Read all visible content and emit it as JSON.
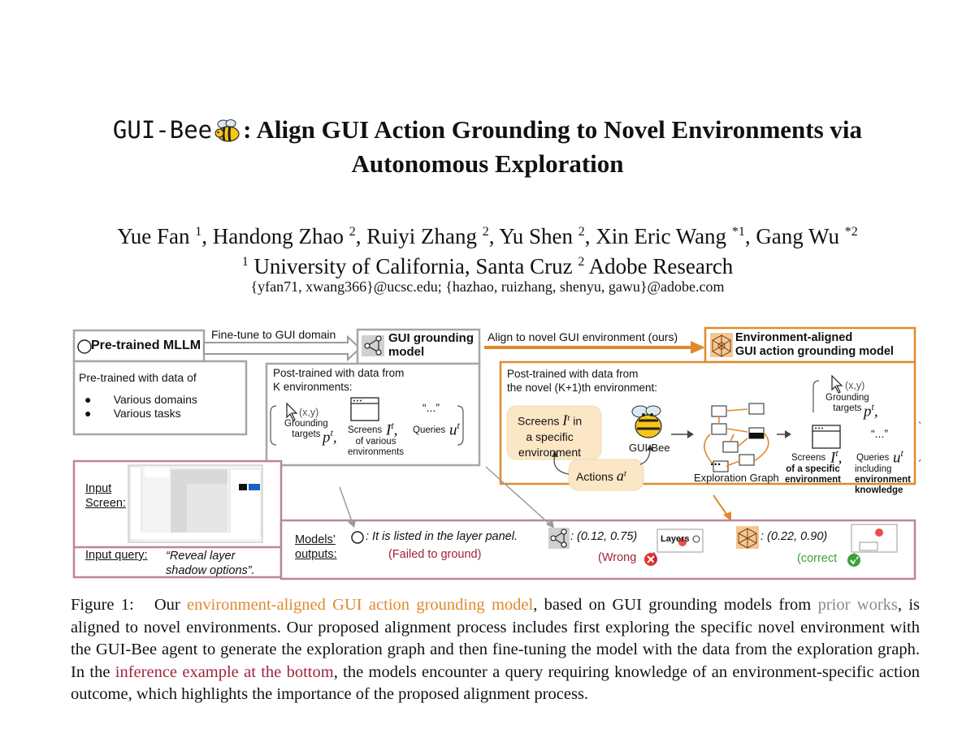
{
  "paper": {
    "title_mono": "GUI-Bee",
    "title_line1": ": Align GUI Action Grounding to Novel Environments via",
    "title_line2": "Autonomous Exploration",
    "authors": [
      {
        "name": "Yue Fan",
        "sup": "1"
      },
      {
        "name": "Handong Zhao",
        "sup": "2"
      },
      {
        "name": "Ruiyi Zhang",
        "sup": "2"
      },
      {
        "name": "Yu Shen",
        "sup": "2"
      },
      {
        "name": "Xin Eric Wang",
        "sup": "*1"
      },
      {
        "name": "Gang Wu",
        "sup": "*2"
      }
    ],
    "aff1_sup": "1",
    "aff1": "University of California, Santa Cruz",
    "aff2_sup": "2",
    "aff2": "Adobe Research",
    "emails": "{yfan71, xwang366}@ucsc.edu; {hazhao, ruizhang, shenyu, gawu}@adobe.com"
  },
  "figure": {
    "pretrained_label": "Pre-trained MLLM",
    "finetune_arrow": "Fine-tune to GUI domain",
    "gui_grounding_label1": "GUI grounding",
    "gui_grounding_label2": "model",
    "align_arrow": "Align to novel GUI environment (ours)",
    "env_model_label1": "Environment-aligned",
    "env_model_label2": "GUI action grounding model",
    "pretrained_data": "Pre-trained with data of",
    "bullet1": "Various domains",
    "bullet2": "Various tasks",
    "post_k1": "Post-trained with data from",
    "post_k2": "K environments:",
    "xy": "(x,y)",
    "grounding1": "Grounding",
    "grounding2": "targets",
    "pt": "p",
    "pt_sup": "t",
    "screens_label": "Screens",
    "screens_var": "I",
    "screens_sup": "t",
    "screens_various1": "of various",
    "screens_various2": "environments",
    "quote": "“...”",
    "queries_label": "Queries",
    "queries_var": "u",
    "queries_sup": "t",
    "post_novel1": "Post-trained with data from",
    "post_novel2": "the novel (K+1)th environment:",
    "screens_in1": "Screens",
    "screens_in_var": "I",
    "screens_in_sup": "t",
    "screens_in_tail": "in",
    "screens_in2": "a specific",
    "screens_in3": "environment",
    "actions": "Actions",
    "actions_var": "a",
    "actions_sup": "t",
    "gui_bee": "GUI-Bee",
    "exploration_dots": "...",
    "exploration_graph": "Exploration Graph",
    "of_specific1": "of a specific",
    "of_specific2": "environment",
    "including1": "including",
    "including2": "environment",
    "including3": "knowledge",
    "input_screen1": "Input",
    "input_screen2": "Screen:",
    "input_query": "Input query:",
    "query_text1": "“Reveal layer",
    "query_text2": "shadow options”.",
    "models_outputs1": "Models’",
    "models_outputs2": "outputs:",
    "out1_text": ": It is listed in the layer panel.",
    "out1_status": "(Failed to ground)",
    "out2_coord": ": (0.12, 0.75)",
    "out2_status": "(Wrong",
    "out2_close": ")",
    "layers": "Layers",
    "out3_coord": ": (0.22, 0.90)",
    "out3_status": "(correct",
    "out3_close": ")"
  },
  "caption": {
    "label": "Figure 1:",
    "s1": "Our",
    "hl1": "environment-aligned GUI action grounding model",
    "s2": ", based on GUI grounding models from",
    "hl2": "prior works",
    "s3": ", is aligned to novel environments. Our proposed alignment process includes first exploring the specific novel environment with the GUI-Bee agent to generate the exploration graph and then fine-tuning the model with the data from the exploration graph. In the",
    "hl3": "inference example at the bottom",
    "s4": ", the models encounter a query requiring knowledge of an environment-specific action outcome, which highlights the importance of the proposed alignment process."
  },
  "colors": {
    "orange": "#e08a2e",
    "grey_box": "#a6a6a6",
    "mauve_box": "#b9869d",
    "peach_fill": "#fbe7c6",
    "red": "#e0332b",
    "green": "#3aa23a",
    "crimson_text": "#a0243c"
  }
}
